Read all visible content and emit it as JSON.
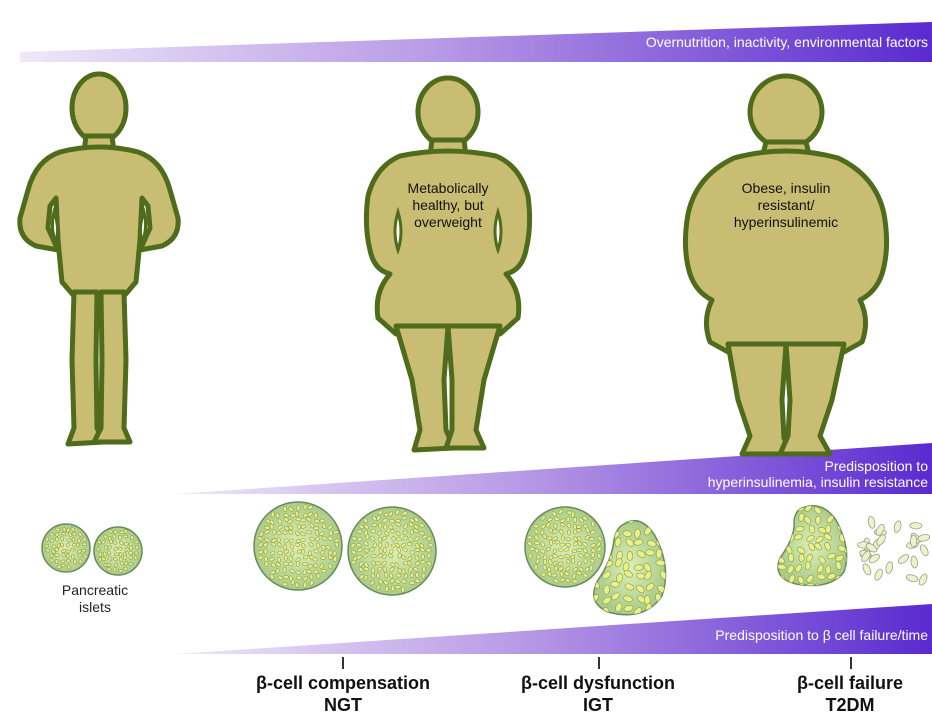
{
  "colors": {
    "silhouette_fill": "#c9bd73",
    "silhouette_stroke": "#4f6b1c",
    "wedge_light": "#efe8f9",
    "wedge_dark": "#5a2ad0",
    "islet_fill": "#cfe6a8",
    "islet_stroke": "#6b8a5a",
    "cell_fill": "#e9ef8a"
  },
  "wedges": {
    "top": {
      "label": "Overnutrition, inactivity, environmental factors"
    },
    "middle": {
      "line1": "Predisposition to",
      "line2": "hyperinsulinemia, insulin resistance"
    },
    "bottom": {
      "label": "Predisposition to β cell failure/time"
    }
  },
  "figures": {
    "lean": {
      "description": ""
    },
    "overweight": {
      "line1": "Metabolically",
      "line2": "healthy, but",
      "line3": "overweight"
    },
    "obese": {
      "line1": "Obese, insulin",
      "line2": "resistant/",
      "line3": "hyperinsulinemic"
    }
  },
  "islets": {
    "label_line1": "Pancreatic",
    "label_line2": "islets"
  },
  "stages": [
    {
      "title": "β-cell compensation",
      "sub": "NGT"
    },
    {
      "title": "β-cell dysfunction",
      "sub": "IGT"
    },
    {
      "title": "β-cell failure",
      "sub": "T2DM"
    }
  ]
}
